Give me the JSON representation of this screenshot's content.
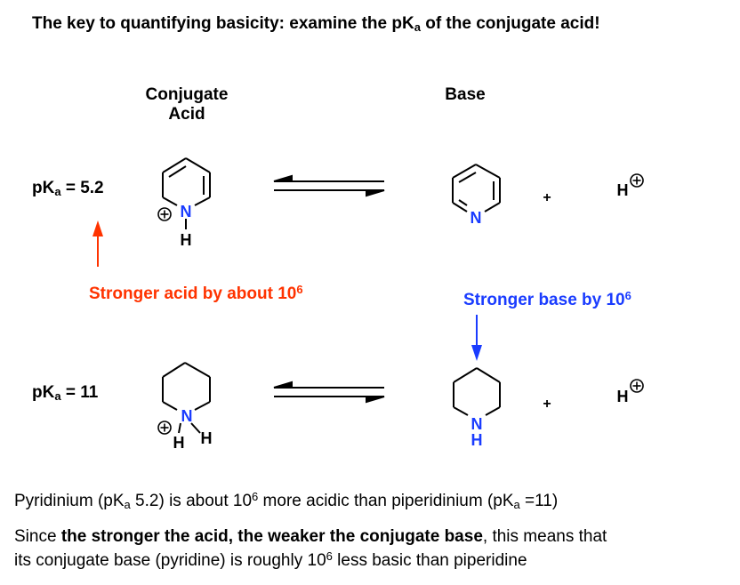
{
  "title": {
    "main": "The key to quantifying basicity: examine the pK",
    "sub": "a",
    "tail": " of the conjugate acid!"
  },
  "headers": {
    "conjugate_acid_line1": "Conjugate",
    "conjugate_acid_line2": "Acid",
    "base": "Base"
  },
  "row1": {
    "pka_label": "pK",
    "pka_sub": "a",
    "pka_value": " = 5.2"
  },
  "row2": {
    "pka_label": "pK",
    "pka_sub": "a",
    "pka_value": " = 11"
  },
  "annotations": {
    "red": {
      "text": "Stronger acid by about 10",
      "exp": "6",
      "color": "#ff3300"
    },
    "blue": {
      "text": "Stronger base by 10",
      "exp": "6",
      "color": "#1a3cff"
    }
  },
  "atoms": {
    "N": "N",
    "H": "H",
    "plus": "+",
    "charge": "+"
  },
  "footer": {
    "line1": {
      "a": "Pyridinium (pK",
      "a_sub": "a",
      "b": " 5.2) is about 10",
      "b_sup": "6",
      "c": " more acidic than piperidinium (pK",
      "c_sub": "a",
      "d": " =11)"
    },
    "line2": {
      "a": "Since ",
      "bold": "the stronger the acid, the weaker the conjugate base",
      "b": ", this means that"
    },
    "line3": {
      "a": "its conjugate base (pyridine) is roughly 10",
      "sup": "6",
      "b": " less basic than piperidine"
    }
  },
  "colors": {
    "nitrogen": "#1a3cff",
    "arrow_red": "#ff3300",
    "arrow_blue": "#1a3cff"
  }
}
